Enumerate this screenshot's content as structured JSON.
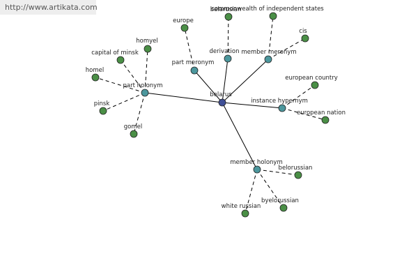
{
  "watermark": "http://www.artikata.com",
  "colors": {
    "center": "#3f4f96",
    "relation": "#4c979d",
    "leaf": "#4a8f46"
  },
  "graph": {
    "nodes": [
      {
        "id": "belarus",
        "label": "belarus",
        "kind": "center"
      },
      {
        "id": "part-holonym",
        "label": "part holonym",
        "kind": "relation"
      },
      {
        "id": "part-meronym",
        "label": "part meronym",
        "kind": "relation"
      },
      {
        "id": "derivation",
        "label": "derivation",
        "kind": "relation"
      },
      {
        "id": "member-meronym",
        "label": "member meronym",
        "kind": "relation"
      },
      {
        "id": "instance-hypernym",
        "label": "instance hypernym",
        "kind": "relation"
      },
      {
        "id": "member-holonym",
        "label": "member holonym",
        "kind": "relation"
      },
      {
        "id": "homyel",
        "label": "homyel",
        "kind": "leaf"
      },
      {
        "id": "capital-of-minsk",
        "label": "capital of minsk",
        "kind": "leaf"
      },
      {
        "id": "homel",
        "label": "homel",
        "kind": "leaf"
      },
      {
        "id": "pinsk",
        "label": "pinsk",
        "kind": "leaf"
      },
      {
        "id": "gomel",
        "label": "gomel",
        "kind": "leaf"
      },
      {
        "id": "europe",
        "label": "europe",
        "kind": "leaf"
      },
      {
        "id": "belarusian",
        "label": "belarusian",
        "kind": "leaf"
      },
      {
        "id": "commonwealth",
        "label": "commonwealth of independent states",
        "kind": "leaf"
      },
      {
        "id": "cis",
        "label": "cis",
        "kind": "leaf"
      },
      {
        "id": "european-country",
        "label": "european country",
        "kind": "leaf"
      },
      {
        "id": "european-nation",
        "label": "european nation",
        "kind": "leaf"
      },
      {
        "id": "belorussian",
        "label": "belorussian",
        "kind": "leaf"
      },
      {
        "id": "byelorussian",
        "label": "byelorussian",
        "kind": "leaf"
      },
      {
        "id": "white-russian",
        "label": "white russian",
        "kind": "leaf"
      }
    ],
    "edges": [
      {
        "from": "belarus",
        "to": "part-holonym",
        "style": "solid"
      },
      {
        "from": "belarus",
        "to": "part-meronym",
        "style": "solid"
      },
      {
        "from": "belarus",
        "to": "derivation",
        "style": "solid"
      },
      {
        "from": "belarus",
        "to": "member-meronym",
        "style": "solid"
      },
      {
        "from": "belarus",
        "to": "instance-hypernym",
        "style": "solid"
      },
      {
        "from": "belarus",
        "to": "member-holonym",
        "style": "solid"
      },
      {
        "from": "part-holonym",
        "to": "homyel",
        "style": "dashed"
      },
      {
        "from": "part-holonym",
        "to": "capital-of-minsk",
        "style": "dashed"
      },
      {
        "from": "part-holonym",
        "to": "homel",
        "style": "dashed"
      },
      {
        "from": "part-holonym",
        "to": "pinsk",
        "style": "dashed"
      },
      {
        "from": "part-holonym",
        "to": "gomel",
        "style": "dashed"
      },
      {
        "from": "part-meronym",
        "to": "europe",
        "style": "dashed"
      },
      {
        "from": "derivation",
        "to": "belarusian",
        "style": "dashed"
      },
      {
        "from": "member-meronym",
        "to": "commonwealth",
        "style": "dashed"
      },
      {
        "from": "member-meronym",
        "to": "cis",
        "style": "dashed"
      },
      {
        "from": "instance-hypernym",
        "to": "european-country",
        "style": "dashed"
      },
      {
        "from": "instance-hypernym",
        "to": "european-nation",
        "style": "dashed"
      },
      {
        "from": "member-holonym",
        "to": "belorussian",
        "style": "dashed"
      },
      {
        "from": "member-holonym",
        "to": "byelorussian",
        "style": "dashed"
      },
      {
        "from": "member-holonym",
        "to": "white-russian",
        "style": "dashed"
      }
    ]
  }
}
